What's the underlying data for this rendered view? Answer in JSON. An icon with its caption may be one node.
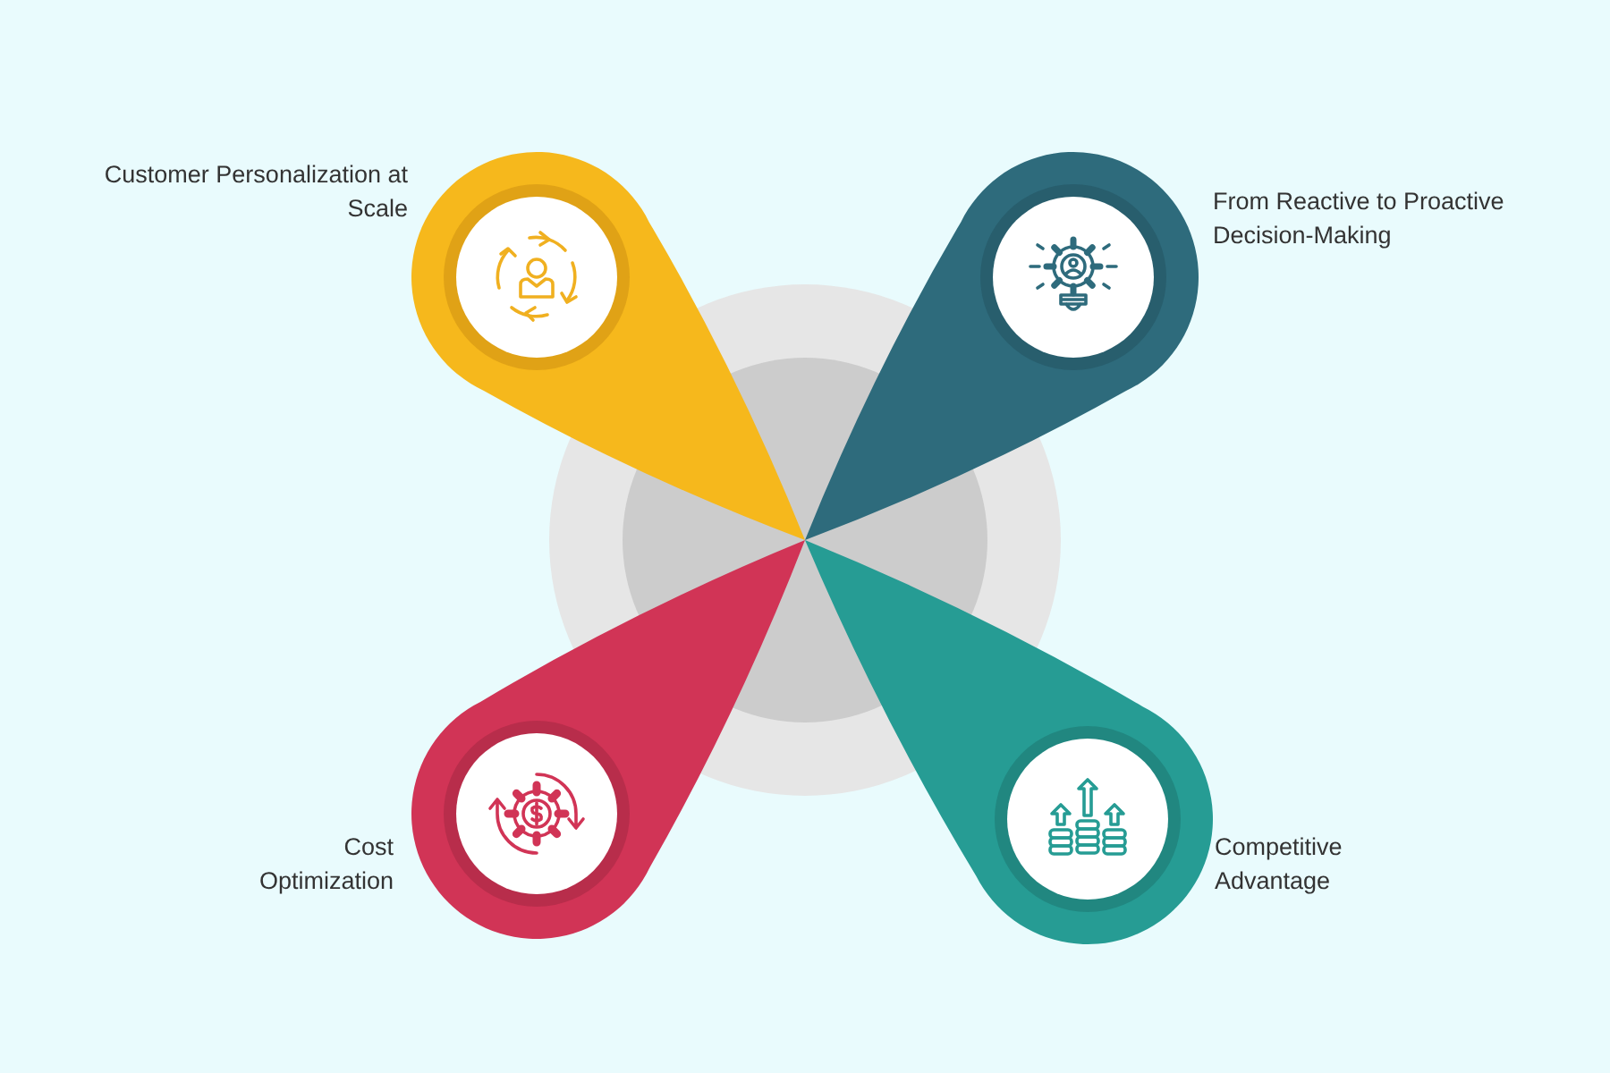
{
  "diagram": {
    "nodes": [
      {
        "text": [
          "Customer Personalization at Scale"
        ]
      },
      {
        "text": [
          "From Reactive to Proactive Decision-Making"
        ]
      },
      {
        "text": [
          "Cost Optimization"
        ]
      },
      {
        "text": [
          "Competitive Advantage"
        ]
      }
    ]
  }
}
